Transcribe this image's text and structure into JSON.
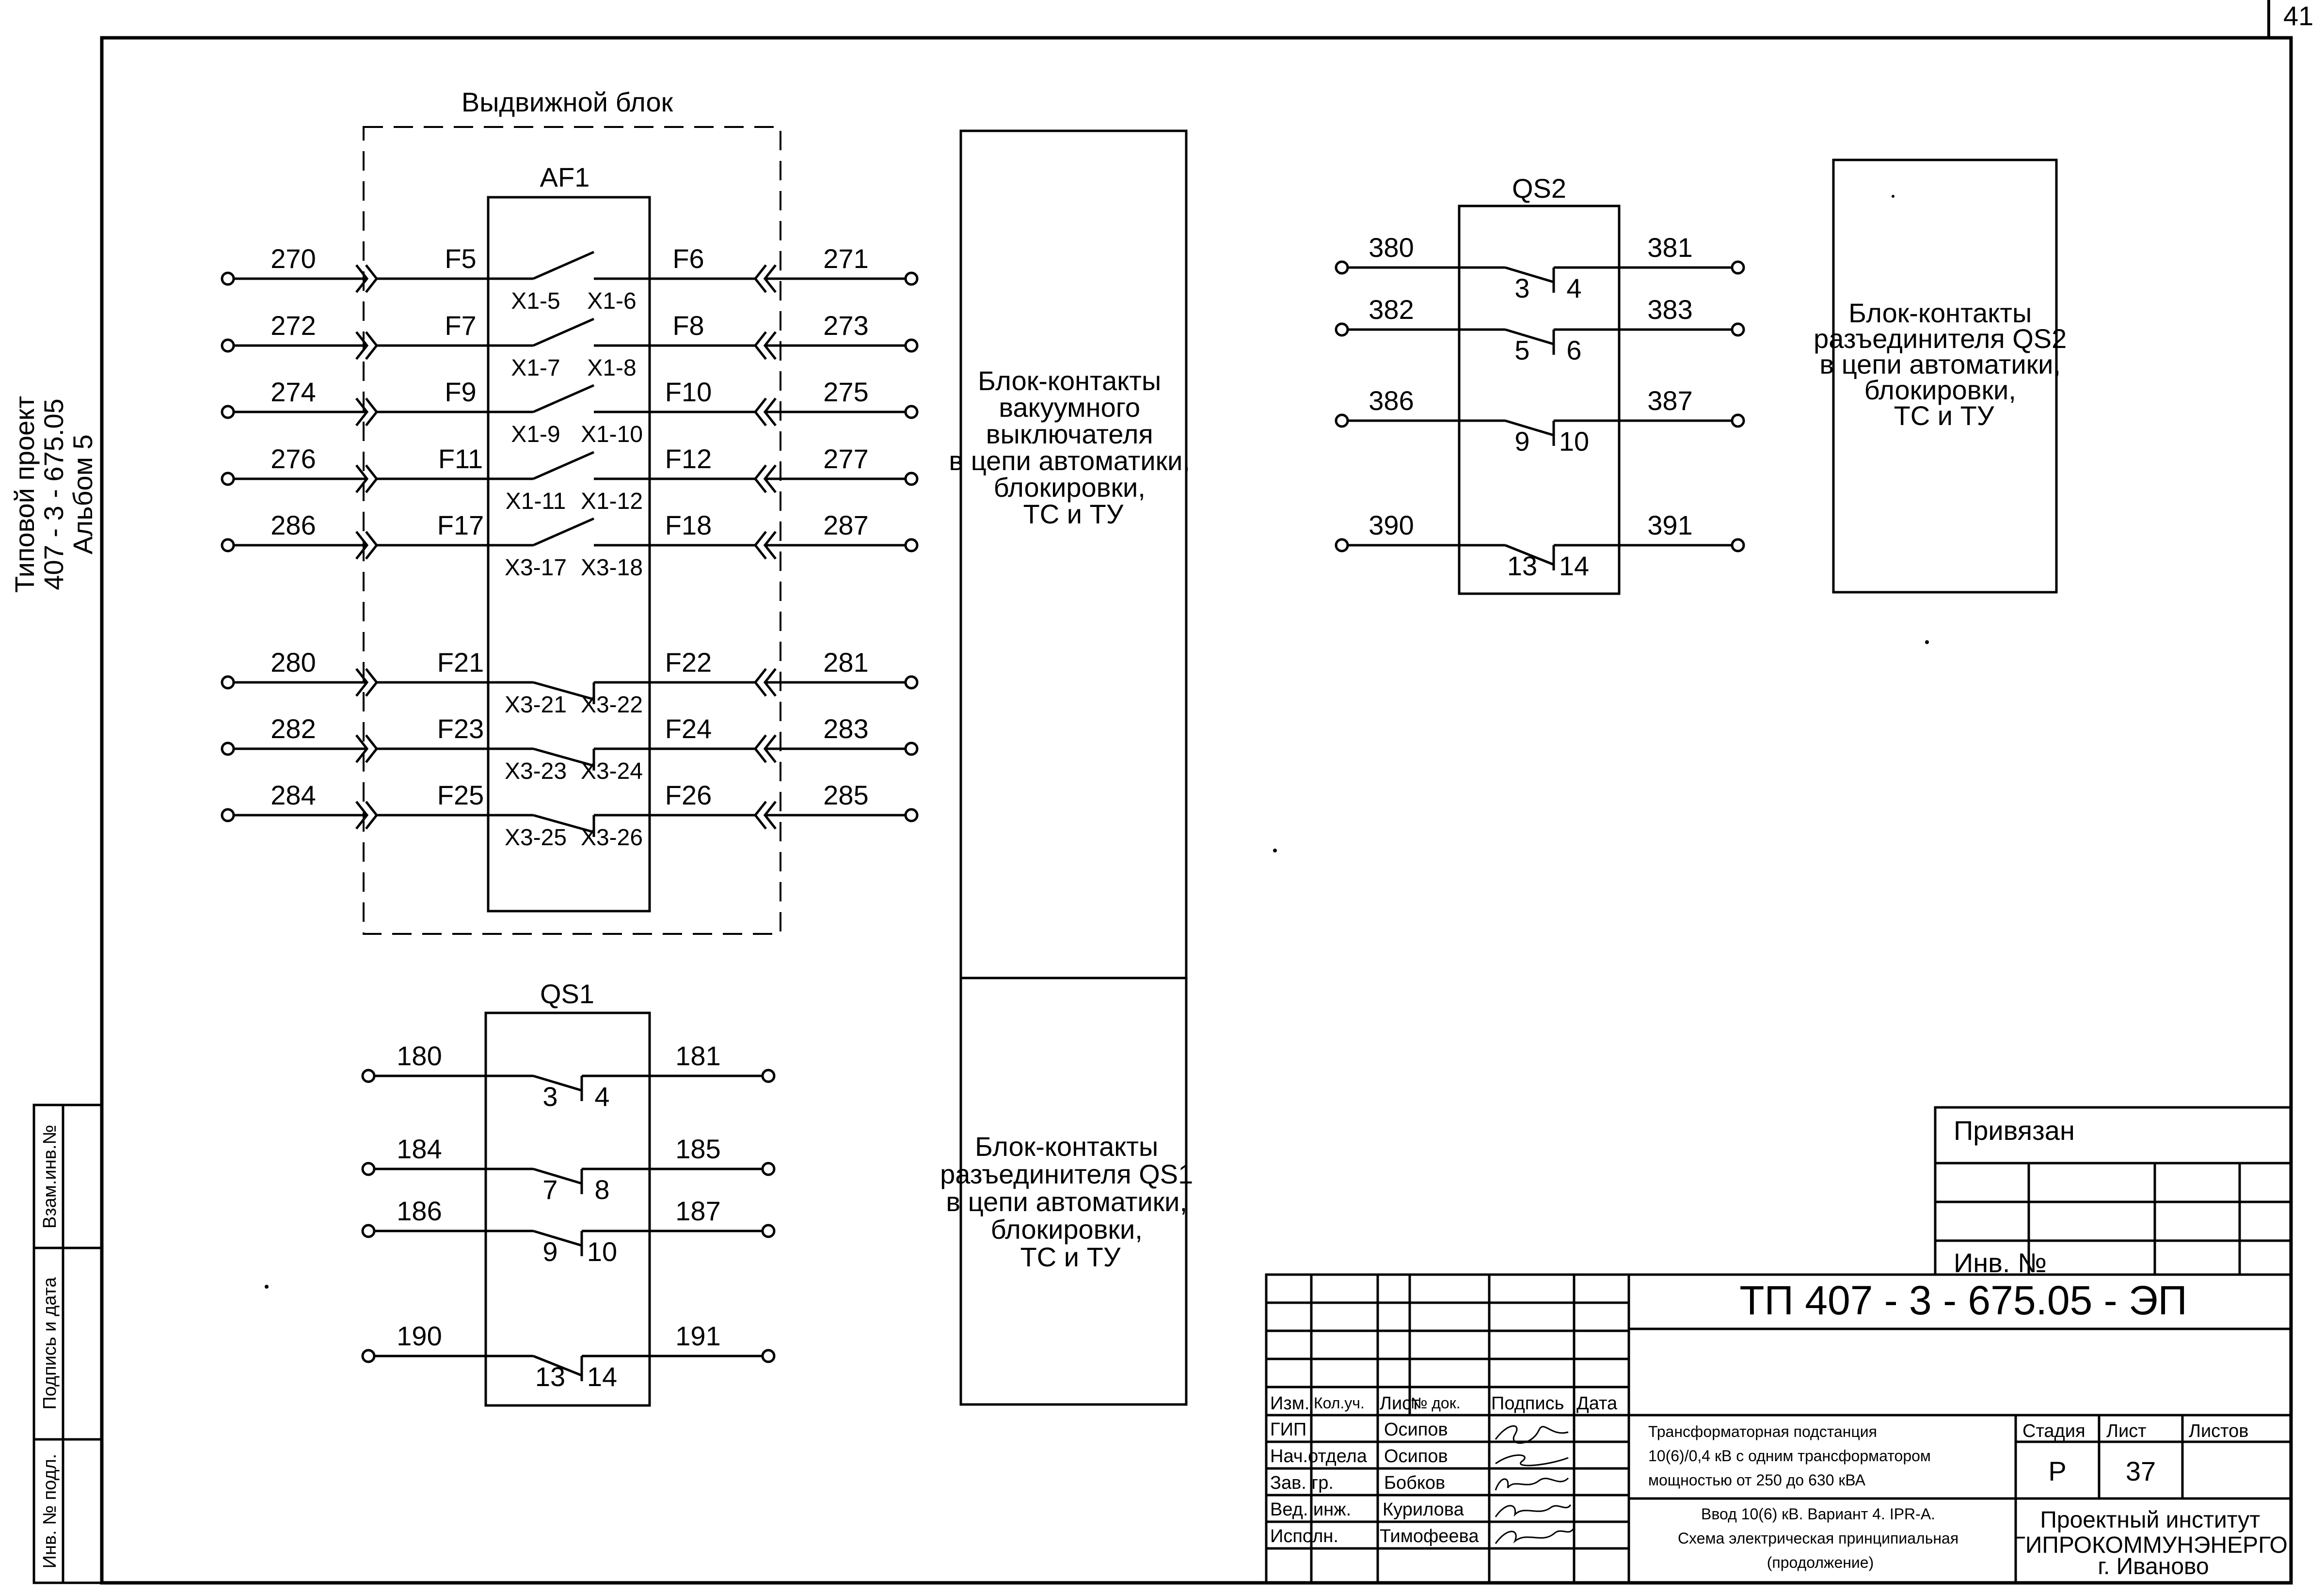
{
  "page": {
    "sheet_corner": "41",
    "side_title": [
      "Типовой проект",
      "407 - 3 - 675.05",
      "Альбом 5"
    ],
    "side_stamp": [
      "Взам.инв.№",
      "Подпись и дата",
      "Инв. № подл."
    ]
  },
  "af1": {
    "block_label": "Выдвижной блок",
    "title": "AF1",
    "rows": [
      {
        "left": "270",
        "fl": "F5",
        "cl": "X1-5",
        "cr": "X1-6",
        "fr": "F6",
        "right": "271",
        "type": "no"
      },
      {
        "left": "272",
        "fl": "F7",
        "cl": "X1-7",
        "cr": "X1-8",
        "fr": "F8",
        "right": "273",
        "type": "no"
      },
      {
        "left": "274",
        "fl": "F9",
        "cl": "X1-9",
        "cr": "X1-10",
        "fr": "F10",
        "right": "275",
        "type": "no"
      },
      {
        "left": "276",
        "fl": "F11",
        "cl": "X1-11",
        "cr": "X1-12",
        "fr": "F12",
        "right": "277",
        "type": "no"
      },
      {
        "left": "286",
        "fl": "F17",
        "cl": "X3-17",
        "cr": "X3-18",
        "fr": "F18",
        "right": "287",
        "type": "no"
      },
      {
        "left": "280",
        "fl": "F21",
        "cl": "X3-21",
        "cr": "X3-22",
        "fr": "F22",
        "right": "281",
        "type": "nc"
      },
      {
        "left": "282",
        "fl": "F23",
        "cl": "X3-23",
        "cr": "X3-24",
        "fr": "F24",
        "right": "283",
        "type": "nc"
      },
      {
        "left": "284",
        "fl": "F25",
        "cl": "X3-25",
        "cr": "X3-26",
        "fr": "F26",
        "right": "285",
        "type": "nc"
      }
    ]
  },
  "qs1": {
    "title": "QS1",
    "rows": [
      {
        "left": "180",
        "cl": "3",
        "cr": "4",
        "right": "181",
        "type": "no"
      },
      {
        "left": "184",
        "cl": "7",
        "cr": "8",
        "right": "185",
        "type": "no"
      },
      {
        "left": "186",
        "cl": "9",
        "cr": "10",
        "right": "187",
        "type": "no"
      },
      {
        "left": "190",
        "cl": "13",
        "cr": "14",
        "right": "191",
        "type": "nc"
      }
    ]
  },
  "qs2": {
    "title": "QS2",
    "rows": [
      {
        "left": "380",
        "cl": "3",
        "cr": "4",
        "right": "381",
        "type": "no"
      },
      {
        "left": "382",
        "cl": "5",
        "cr": "6",
        "right": "383",
        "type": "no"
      },
      {
        "left": "386",
        "cl": "9",
        "cr": "10",
        "right": "387",
        "type": "no"
      },
      {
        "left": "390",
        "cl": "13",
        "cr": "14",
        "right": "391",
        "type": "nc"
      }
    ]
  },
  "notes": {
    "vacuum": [
      "Блок-контакты",
      "вакуумного",
      "выключателя",
      "в цепи автоматики,",
      "блокировки,",
      "ТС и ТУ"
    ],
    "qs1": [
      "Блок-контакты",
      "разъединителя QS1",
      "в цепи автоматики,",
      "блокировки,",
      "ТС и ТУ"
    ],
    "qs2": [
      "Блок-контакты",
      "разъединителя QS2",
      "в цепи автоматики,",
      "блокировки,",
      "ТС и ТУ"
    ]
  },
  "title_block": {
    "privyazan": "Привязан",
    "inv_no": "Инв. №",
    "doc_code": "ТП  407 - 3 - 675.05 - ЭП",
    "headers": [
      "Изм.",
      "Кол.уч.",
      "Лист",
      "№ док.",
      "Подпись",
      "Дата"
    ],
    "staff": [
      {
        "role": "ГИП",
        "name": "Осипов"
      },
      {
        "role": "Нач.отдела",
        "name": "Осипов"
      },
      {
        "role": "Зав. гр.",
        "name": "Бобков"
      },
      {
        "role": "Вед. инж.",
        "name": "Курилова"
      },
      {
        "role": "Исполн.",
        "name": "Тимофеева"
      }
    ],
    "object_name": [
      "Трансформаторная подстанция",
      "10(6)/0,4 кВ с одним трансформатором",
      "мощностью от 250 до 630 кВА"
    ],
    "sheet_title": [
      "Ввод 10(6) кВ. Вариант 4. IPR-A.",
      "Схема электрическая принципиальная",
      "(продолжение)"
    ],
    "stage_label": "Стадия",
    "sheet_label": "Лист",
    "sheets_label": "Листов",
    "stage": "Р",
    "sheet": "37",
    "sheets": "",
    "org": [
      "Проектный институт",
      "ГИПРОКОММУНЭНЕРГО",
      "г. Иваново"
    ]
  }
}
